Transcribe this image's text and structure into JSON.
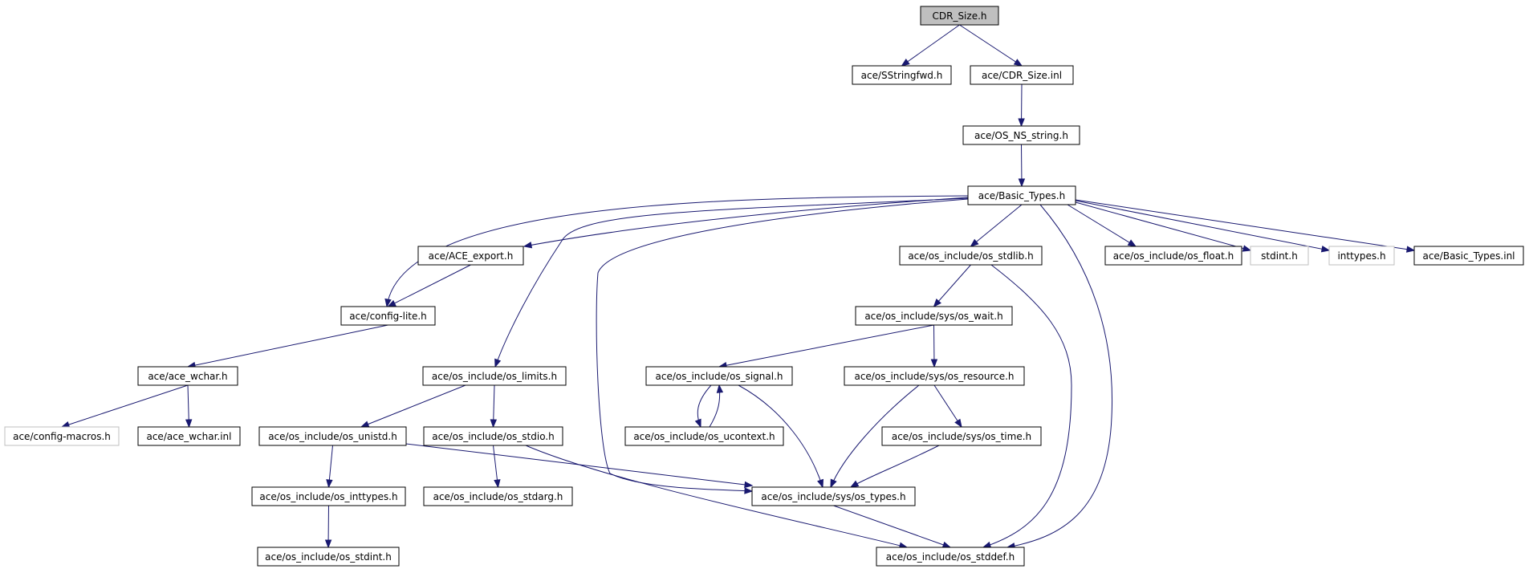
{
  "colors": {
    "edge": "#191970",
    "root_fill": "#bfbfbf",
    "missing_border": "#bfbfbf"
  },
  "nodes": {
    "cdr_size_h": "CDR_Size.h",
    "sstringfwd": "ace/SStringfwd.h",
    "cdr_size_inl": "ace/CDR_Size.inl",
    "os_ns_string": "ace/OS_NS_string.h",
    "basic_types_h": "ace/Basic_Types.h",
    "ace_export": "ace/ACE_export.h",
    "os_stdlib": "ace/os_include/os_stdlib.h",
    "os_float": "ace/os_include/os_float.h",
    "stdint_h": "stdint.h",
    "inttypes_h": "inttypes.h",
    "basic_types_inl": "ace/Basic_Types.inl",
    "config_lite": "ace/config-lite.h",
    "os_wait": "ace/os_include/sys/os_wait.h",
    "ace_wchar_h": "ace/ace_wchar.h",
    "os_limits": "ace/os_include/os_limits.h",
    "os_signal": "ace/os_include/os_signal.h",
    "os_resource": "ace/os_include/sys/os_resource.h",
    "config_macros": "ace/config-macros.h",
    "ace_wchar_inl": "ace/ace_wchar.inl",
    "os_unistd": "ace/os_include/os_unistd.h",
    "os_stdio": "ace/os_include/os_stdio.h",
    "os_ucontext": "ace/os_include/os_ucontext.h",
    "os_time": "ace/os_include/sys/os_time.h",
    "os_inttypes": "ace/os_include/os_inttypes.h",
    "os_stdarg": "ace/os_include/os_stdarg.h",
    "os_types": "ace/os_include/sys/os_types.h",
    "os_stdint": "ace/os_include/os_stdint.h",
    "os_stddef": "ace/os_include/os_stddef.h"
  },
  "edges": [
    [
      "cdr_size_h",
      "sstringfwd"
    ],
    [
      "cdr_size_h",
      "cdr_size_inl"
    ],
    [
      "cdr_size_inl",
      "os_ns_string"
    ],
    [
      "os_ns_string",
      "basic_types_h"
    ],
    [
      "basic_types_h",
      "config_lite"
    ],
    [
      "basic_types_h",
      "ace_export"
    ],
    [
      "basic_types_h",
      "os_limits"
    ],
    [
      "basic_types_h",
      "os_types"
    ],
    [
      "basic_types_h",
      "os_stdlib"
    ],
    [
      "basic_types_h",
      "os_stddef"
    ],
    [
      "basic_types_h",
      "os_float"
    ],
    [
      "basic_types_h",
      "stdint_h"
    ],
    [
      "basic_types_h",
      "inttypes_h"
    ],
    [
      "basic_types_h",
      "basic_types_inl"
    ],
    [
      "ace_export",
      "config_lite"
    ],
    [
      "config_lite",
      "ace_wchar_h"
    ],
    [
      "ace_wchar_h",
      "config_macros"
    ],
    [
      "ace_wchar_h",
      "ace_wchar_inl"
    ],
    [
      "os_limits",
      "os_unistd"
    ],
    [
      "os_limits",
      "os_stdio"
    ],
    [
      "os_unistd",
      "os_inttypes"
    ],
    [
      "os_unistd",
      "os_types"
    ],
    [
      "os_inttypes",
      "os_stdint"
    ],
    [
      "os_stdio",
      "os_stdarg"
    ],
    [
      "os_stdio",
      "os_stddef"
    ],
    [
      "os_stdlib",
      "os_wait"
    ],
    [
      "os_stdlib",
      "os_stddef"
    ],
    [
      "os_wait",
      "os_signal"
    ],
    [
      "os_wait",
      "os_resource"
    ],
    [
      "os_signal",
      "os_ucontext"
    ],
    [
      "os_ucontext",
      "os_signal"
    ],
    [
      "os_signal",
      "os_types"
    ],
    [
      "os_resource",
      "os_time"
    ],
    [
      "os_resource",
      "os_types"
    ],
    [
      "os_time",
      "os_types"
    ],
    [
      "os_types",
      "os_stddef"
    ]
  ]
}
